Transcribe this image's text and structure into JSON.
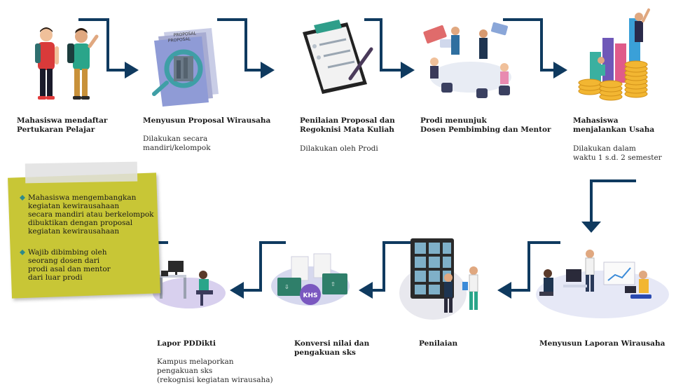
{
  "colors": {
    "navy": "#0f3a5f",
    "teal": "#2f8a8a",
    "note": "#c8c636"
  },
  "steps": [
    {
      "title": "Mahasiswa mendaftar\nPertukaran Pelajar",
      "desc": ""
    },
    {
      "title": "Menyusun Proposal Wirausaha",
      "desc": "Dilakukan secara\nmandiri/kelompok"
    },
    {
      "title": "Penilaian Proposal dan\nRegoknisi Mata Kuliah",
      "desc": "Dilakukan oleh Prodi"
    },
    {
      "title": "Prodi menunjuk\nDosen Pembimbing dan Mentor",
      "desc": ""
    },
    {
      "title": "Mahasiswa\nmenjalankan Usaha",
      "desc": "Dilakukan dalam\nwaktu 1 s.d. 2 semester"
    },
    {
      "title": "Menyusun Laporan Wirausaha",
      "desc": ""
    },
    {
      "title": "Penilaian",
      "desc": ""
    },
    {
      "title": "Konversi nilai dan\npengakuan sks",
      "desc": ""
    },
    {
      "title": "Lapor PDDikti",
      "desc": "Kampus melaporkan\npengakuan sks\n(rekognisi kegiatan wirausaha)"
    }
  ],
  "illustrations": {
    "proposal_text": "PROPOSAL",
    "khs_text": "KHS"
  },
  "note": {
    "items": [
      "Mahasiswa mengembangkan\nkegiatan kewirausahaan\nsecara mandiri atau berkelompok\ndibuktikan dengan proposal\nkegiatan kewirausahaan",
      "Wajib dibimbing oleh\nseorang dosen dari\nprodi asal dan mentor\ndari luar prodi"
    ]
  }
}
